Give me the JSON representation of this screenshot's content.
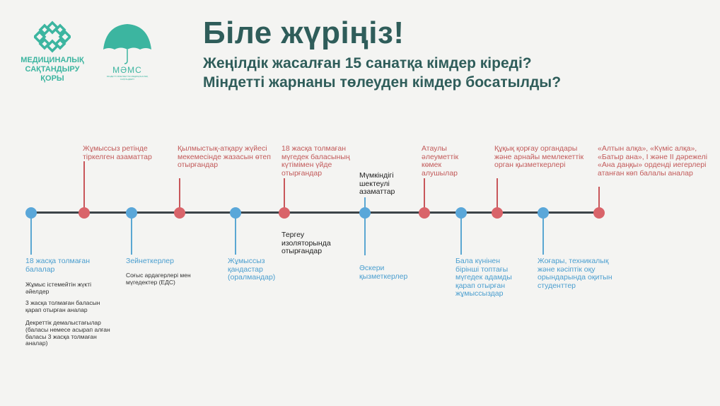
{
  "header": {
    "title": "Біле жүріңіз!",
    "subtitle_1": "Жеңілдік жасалған 15 санатқа кімдер кіреді?",
    "subtitle_2": "Міндетті жарнаны төлеуден кімдер босатылды?"
  },
  "logo_fund": {
    "line_1": "МЕДИЦИНАЛЫҚ",
    "line_2": "САҚТАНДЫРУ",
    "line_3": "ҚОРЫ"
  },
  "logo_mams": {
    "text": "МӘМС",
    "tagline": "МІНДЕТТІ ӘЛЕУМЕТТІК МЕДИЦИНАЛЫҚ САҚТАНДЫРУ"
  },
  "colors": {
    "accent_teal": "#2f5d5a",
    "logo_teal": "#3cb5a0",
    "red": "#d9646a",
    "blue": "#5aa7d9",
    "axis": "#3c4449"
  },
  "categories": [
    {
      "text": "18 жасқа толмаған балалар",
      "color": "blue",
      "side": "below"
    },
    {
      "text": "Жұмыссыз ретінде тіркелген азаматтар",
      "color": "red",
      "side": "above"
    },
    {
      "text": "Зейнеткерлер",
      "color": "blue",
      "side": "below"
    },
    {
      "text": "Қылмыстық-атқару жүйесі мекемесінде жазасын өтеп отырғандар",
      "color": "red",
      "side": "above"
    },
    {
      "text": "Жұмыссыз қандастар (оралмандар)",
      "color": "blue",
      "side": "below"
    },
    {
      "text": "18 жасқа толмаған мүгедек баласының күтімімен үйде отырғандар",
      "color": "red",
      "side": "above"
    },
    {
      "text": "Мүмкіндігі шектеулі азаматтар",
      "color": "blue",
      "side": "above"
    },
    {
      "text": "Тергеу изоляторында отырғандар",
      "color": "red",
      "side": "below"
    },
    {
      "text": "Әскери қызметкерлер",
      "color": "blue",
      "side": "below"
    },
    {
      "text": "Атаулы әлеуметтік көмек алушылар",
      "color": "red",
      "side": "above"
    },
    {
      "text": "Бала күнінен бірінші топтағы мүгедек адамды қарап отырған жұмыссыздар",
      "color": "blue",
      "side": "below"
    },
    {
      "text": "Құқық қорғау органдары және арнайы мемлекеттік орган қызметкерлері",
      "color": "red",
      "side": "above"
    },
    {
      "text": "Жоғары, техникалық және кәсіптік оқу орындарында оқитын студенттер",
      "color": "blue",
      "side": "below"
    },
    {
      "text": "«Алтын алқа», «Күміс алқа», «Батыр ана», І және ІІ дәрежелі «Ана даңқы» орденді иегерлері атанған көп балалы аналар",
      "color": "red",
      "side": "above"
    }
  ],
  "notes": {
    "children": [
      "Жұмыс істемейтін жүкті әйелдер",
      "3 жасқа толмаған баласын қарап отырған аналар",
      "Декреттік демалыстағылар",
      "(баласы немесе асырап алған баласы 3 жасқа толмаған аналар)"
    ],
    "pensioners": "Соғыс ардагерлері мен мүгедектер (ЕДС)"
  }
}
